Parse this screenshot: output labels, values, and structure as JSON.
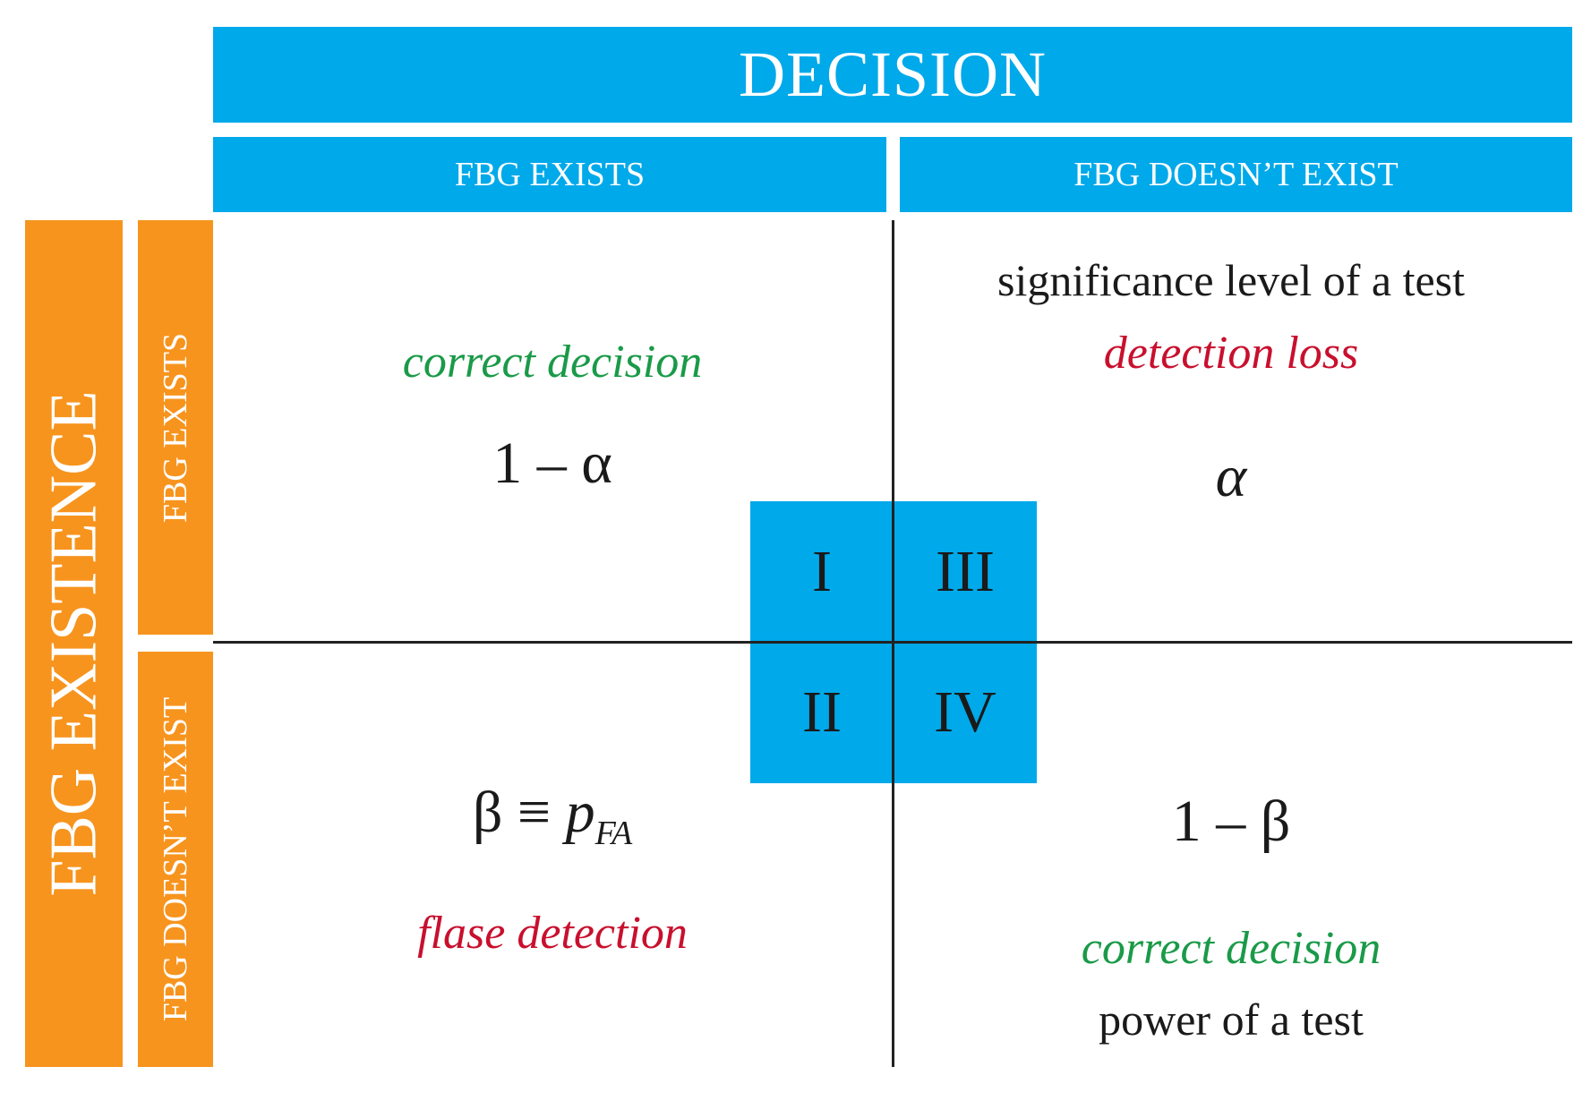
{
  "header": {
    "decision": "DECISION",
    "col_exists": "FBG EXISTS",
    "col_not_exists": "FBG DOESN’T EXIST"
  },
  "side": {
    "existence": "FBG EXISTENCE",
    "row_exists": "FBG EXISTS",
    "row_not_exists": "FBG DOESN’T EXIST"
  },
  "cells": {
    "top_left": {
      "label": "correct decision",
      "formula": "1 – α"
    },
    "top_right": {
      "title": "significance level of a test",
      "label": "detection loss",
      "formula": "α"
    },
    "bottom_left": {
      "formula_prefix": "β ≡ ",
      "formula_p": "p",
      "formula_sub": "FA",
      "label": "flase detection"
    },
    "bottom_right": {
      "formula": "1 – β",
      "label": "correct decision",
      "title": "power of a test"
    }
  },
  "quadrants": {
    "q1": "I",
    "q2": "II",
    "q3": "III",
    "q4": "IV"
  },
  "colors": {
    "blue": "#00a9ea",
    "orange": "#f7941e",
    "green": "#1a9a48",
    "red": "#c8102e",
    "text": "#1a1a1a"
  }
}
